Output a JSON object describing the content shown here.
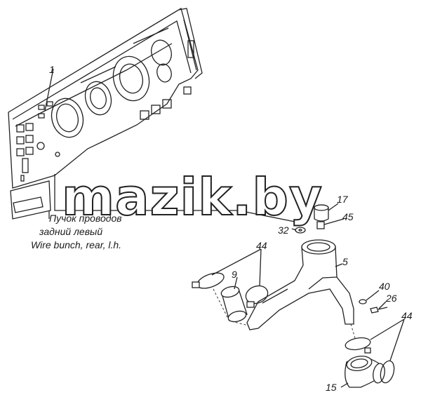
{
  "caption": {
    "line1": "Пучок проводов",
    "line2": "задний левый",
    "line3": "Wire bunch, rear, l.h."
  },
  "watermark": "mazik.by",
  "callouts": {
    "c1": "1",
    "c17": "17",
    "c45": "45",
    "c32": "32",
    "c44a": "44",
    "c9": "9",
    "c5": "5",
    "c40": "40",
    "c26": "26",
    "c44b": "44",
    "c15": "15"
  }
}
